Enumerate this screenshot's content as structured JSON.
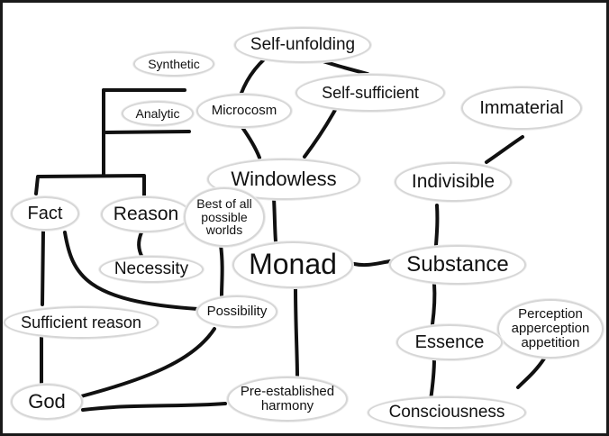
{
  "concepts": {
    "self_unfolding": "Self-unfolding",
    "synthetic": "Synthetic",
    "self_sufficient": "Self-sufficient",
    "analytic": "Analytic",
    "microcosm": "Microcosm",
    "immaterial": "Immaterial",
    "windowless": "Windowless",
    "indivisible": "Indivisible",
    "fact": "Fact",
    "reason": "Reason",
    "best_of_all": "Best of all\npossible\nworlds",
    "necessity": "Necessity",
    "monad": "Monad",
    "substance": "Substance",
    "sufficient_reason": "Sufficient reason",
    "possibility": "Possibility",
    "perception": "Perception\napperception\nappetition",
    "essence": "Essence",
    "god": "God",
    "pre_established": "Pre-established\nharmony",
    "consciousness": "Consciousness"
  },
  "style": {
    "line_color": "#111111",
    "node_border": "#d6d6d6",
    "background": "#ffffff"
  }
}
